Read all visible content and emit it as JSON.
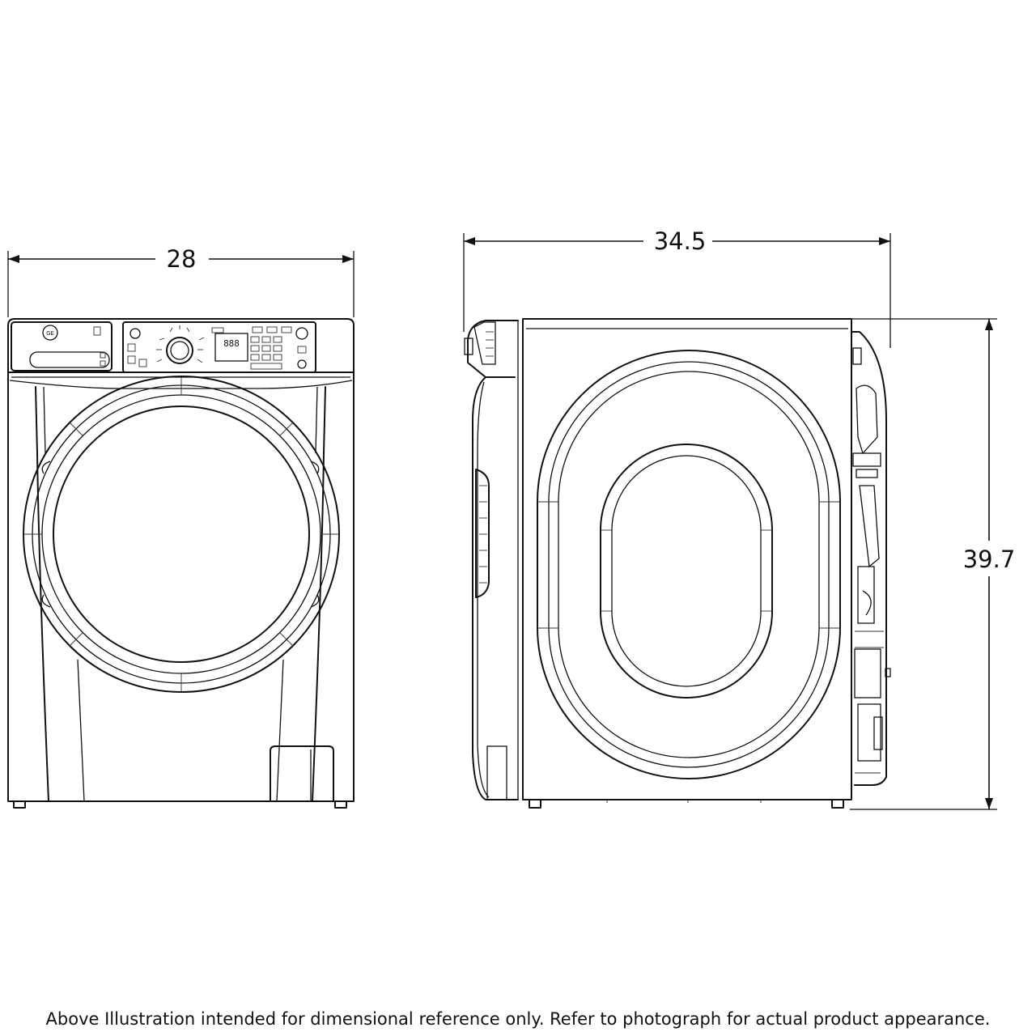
{
  "dimensions": {
    "width": "28",
    "depth": "34.5",
    "height": "39.7"
  },
  "display_digits": "888",
  "brand_logo_text": "GE",
  "disclaimer": "Above Illustration intended for dimensional reference only. Refer to photograph for actual product appearance."
}
